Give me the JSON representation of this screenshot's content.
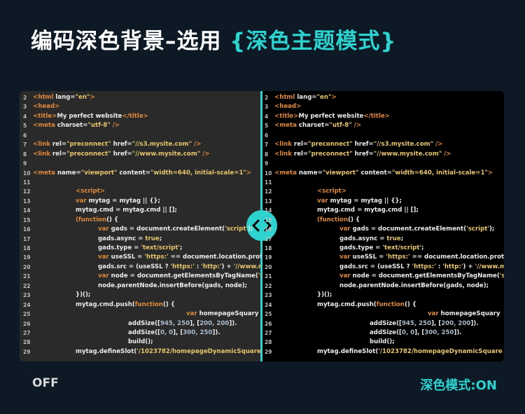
{
  "title": {
    "main": "编码深色背景–选用 ",
    "highlight": "{深色主题模式}"
  },
  "labels": {
    "off": "OFF",
    "on": "深色模式:ON"
  },
  "colors": {
    "accent": "#2ed3d0",
    "background": "#0d1925",
    "left_panel": "#2a2a2a",
    "right_panel": "#000000"
  },
  "code_lines": [
    {
      "n": "2",
      "i": 0,
      "t": [
        [
          "tag",
          "<html "
        ],
        [
          "p",
          "lang="
        ],
        [
          "str",
          "\"en\""
        ],
        [
          "tag",
          ">"
        ]
      ]
    },
    {
      "n": "3",
      "i": 0,
      "t": [
        [
          "tag",
          "<head>"
        ]
      ]
    },
    {
      "n": "4",
      "i": 0,
      "t": [
        [
          "tag",
          "<title>"
        ],
        [
          "p",
          "My perfect website"
        ],
        [
          "tag",
          "</title>"
        ]
      ]
    },
    {
      "n": "5",
      "i": 0,
      "t": [
        [
          "tag",
          "<meta "
        ],
        [
          "p",
          "charset="
        ],
        [
          "str",
          "\"utf-8\""
        ],
        [
          "tag",
          " />"
        ]
      ]
    },
    {
      "n": "6",
      "i": 0,
      "t": []
    },
    {
      "n": "7",
      "i": 0,
      "t": [
        [
          "tag",
          "<link "
        ],
        [
          "p",
          "rel="
        ],
        [
          "str",
          "\"preconnect\""
        ],
        [
          "p",
          " href="
        ],
        [
          "str",
          "\"//s3.mysite.com\""
        ],
        [
          "tag",
          " />"
        ]
      ]
    },
    {
      "n": "8",
      "i": 0,
      "t": [
        [
          "tag",
          "<link "
        ],
        [
          "p",
          "rel="
        ],
        [
          "str",
          "\"preconnect\""
        ],
        [
          "p",
          " href="
        ],
        [
          "str",
          "\"//www.mysite.com\""
        ],
        [
          "tag",
          " />"
        ]
      ]
    },
    {
      "n": "9",
      "i": 0,
      "t": []
    },
    {
      "n": "10",
      "i": 0,
      "t": [
        [
          "tag",
          "<meta "
        ],
        [
          "p",
          "name="
        ],
        [
          "str",
          "\"viewport\""
        ],
        [
          "p",
          " content="
        ],
        [
          "str",
          "\"width=640, initial-scale=1\""
        ],
        [
          "tag",
          ">"
        ]
      ]
    },
    {
      "n": "11",
      "i": 0,
      "t": []
    },
    {
      "n": "12",
      "i": 1,
      "t": [
        [
          "tag",
          "<script>"
        ]
      ]
    },
    {
      "n": "13",
      "i": 1,
      "t": [
        [
          "kw",
          "var "
        ],
        [
          "p",
          "mytag = mytag || {};"
        ]
      ]
    },
    {
      "n": "14",
      "i": 1,
      "t": [
        [
          "p",
          "mytag.cmd = mytag.cmd || [];"
        ]
      ]
    },
    {
      "n": "15",
      "i": 1,
      "t": [
        [
          "kw",
          "(function"
        ],
        [
          "p",
          "() {"
        ]
      ]
    },
    {
      "n": "16",
      "i": 2,
      "t": [
        [
          "kw",
          "var "
        ],
        [
          "p",
          "gads = document.createElement("
        ],
        [
          "str",
          "'script'"
        ],
        [
          "p",
          ");"
        ]
      ]
    },
    {
      "n": "17",
      "i": 2,
      "t": [
        [
          "p",
          "gads.async = "
        ],
        [
          "str",
          "true"
        ],
        [
          "p",
          ";"
        ]
      ]
    },
    {
      "n": "18",
      "i": 2,
      "t": [
        [
          "p",
          "gads.type = "
        ],
        [
          "str",
          "'text/script'"
        ],
        [
          "p",
          ";"
        ]
      ]
    },
    {
      "n": "19",
      "i": 2,
      "t": [
        [
          "kw",
          "var "
        ],
        [
          "p",
          "useSSL = "
        ],
        [
          "str",
          "'https:'"
        ],
        [
          "p",
          " == document.location.proto"
        ]
      ]
    },
    {
      "n": "20",
      "i": 2,
      "t": [
        [
          "p",
          "gads.src = (useSSL ? "
        ],
        [
          "str",
          "'https:'"
        ],
        [
          "p",
          " : "
        ],
        [
          "str",
          "'http:'"
        ],
        [
          "p",
          ") + "
        ],
        [
          "str",
          "'//www.m"
        ]
      ]
    },
    {
      "n": "21",
      "i": 2,
      "t": [
        [
          "kw",
          "var "
        ],
        [
          "p",
          "node = document.getElementsByTagName("
        ],
        [
          "str",
          "'s"
        ]
      ]
    },
    {
      "n": "22",
      "i": 2,
      "t": [
        [
          "p",
          "node.parentNode.insertBefore(gads, node);"
        ]
      ]
    },
    {
      "n": "23",
      "i": 1,
      "t": [
        [
          "p",
          "})();"
        ]
      ]
    },
    {
      "n": "24",
      "i": 1,
      "t": [
        [
          "p",
          "mytag.cmd.push("
        ],
        [
          "kw",
          "function"
        ],
        [
          "p",
          "() {"
        ]
      ]
    },
    {
      "n": "25",
      "i": 4,
      "t": [
        [
          "kw",
          "var "
        ],
        [
          "p",
          "homepageSquary"
        ]
      ]
    },
    {
      "n": "26",
      "i": 3,
      "t": [
        [
          "p",
          "addSize(["
        ],
        [
          "n",
          "945, 250"
        ],
        [
          "p",
          "], ["
        ],
        [
          "n",
          "200, 200"
        ],
        [
          "p",
          "])."
        ]
      ]
    },
    {
      "n": "27",
      "i": 3,
      "t": [
        [
          "p",
          "addSize(["
        ],
        [
          "n",
          "0, 0"
        ],
        [
          "p",
          "], ["
        ],
        [
          "n",
          "300, 250"
        ],
        [
          "p",
          "])."
        ]
      ]
    },
    {
      "n": "28",
      "i": 3,
      "t": [
        [
          "p",
          "build();"
        ]
      ]
    },
    {
      "n": "29",
      "i": 1,
      "t": [
        [
          "p",
          "mytag.defineSlot("
        ],
        [
          "str",
          "'/1023782/homepageDynamicSquare"
        ]
      ]
    }
  ]
}
